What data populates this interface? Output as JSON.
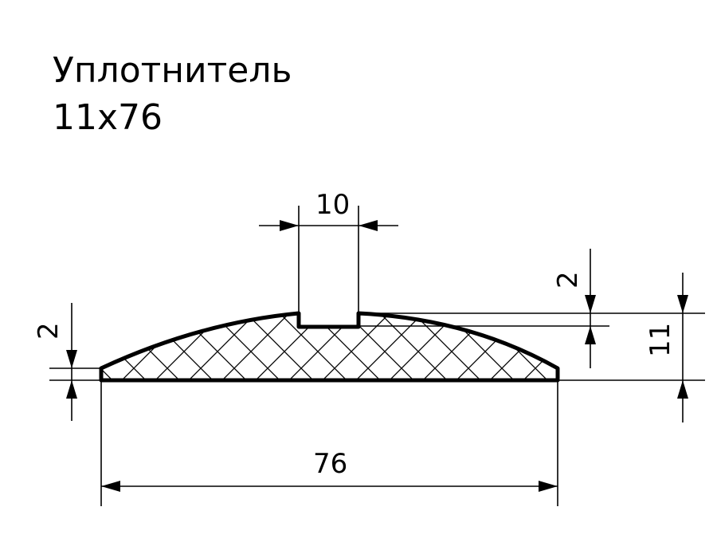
{
  "title": {
    "line1": "Уплотнитель",
    "line2": "11x76"
  },
  "dimensions": {
    "slot_width": "10",
    "slot_depth": "2",
    "edge_height": "2",
    "total_height": "11",
    "total_width": "76"
  }
}
